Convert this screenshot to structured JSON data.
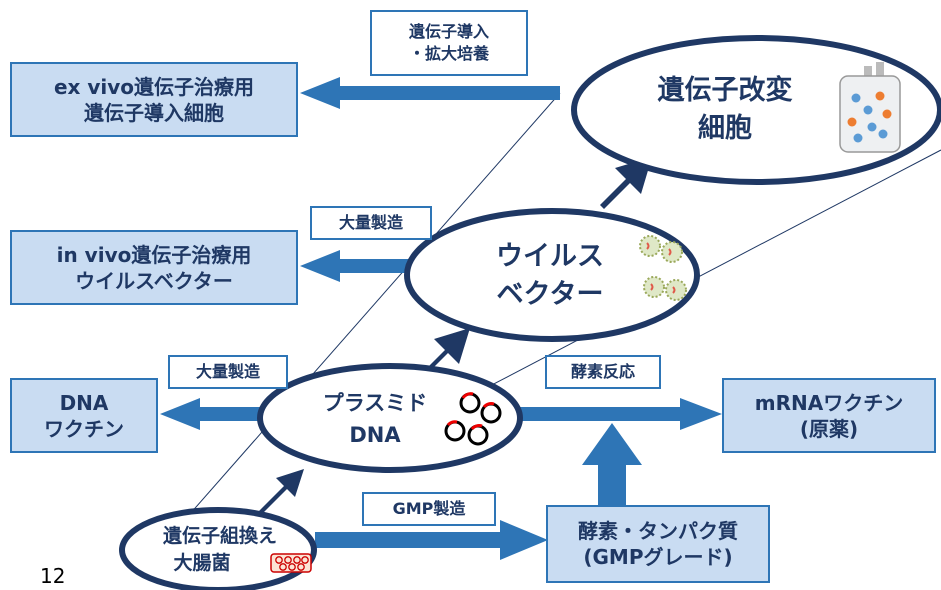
{
  "nodes": {
    "modified_cell": {
      "line1": "遺伝子改変",
      "line2": "細胞"
    },
    "virus_vector": {
      "line1": "ウイルス",
      "line2": "ベクター"
    },
    "plasmid": {
      "line1": "プラスミド",
      "line2": "DNA"
    },
    "ecoli": {
      "line1": "遺伝子組換え",
      "line2": "大腸菌"
    }
  },
  "outputs": {
    "exvivo": {
      "line1": "ex vivo遺伝子治療用",
      "line2": "遺伝子導入細胞"
    },
    "invivo": {
      "line1": "in vivo遺伝子治療用",
      "line2": "ウイルスベクター"
    },
    "dna_vaccine": {
      "line1": "DNA",
      "line2": "ワクチン"
    },
    "mrna_vaccine": {
      "line1": "mRNAワクチン",
      "line2": "(原薬)"
    },
    "enzyme": {
      "line1": "酵素・タンパク質",
      "line2": "(GMPグレード)"
    }
  },
  "process_labels": {
    "transduction": {
      "line1": "遺伝子導入",
      "line2": "・拡大培養"
    },
    "mass_production_virus": "大量製造",
    "mass_production_dna": "大量製造",
    "enzyme_reaction": "酵素反応",
    "gmp_production": "GMP製造"
  },
  "page_number": "12",
  "colors": {
    "arrow": "#2e75b6",
    "dark_arrow": "#1f3864",
    "box_fill": "#c9dcf2",
    "ellipse_border": "#1f3864"
  }
}
